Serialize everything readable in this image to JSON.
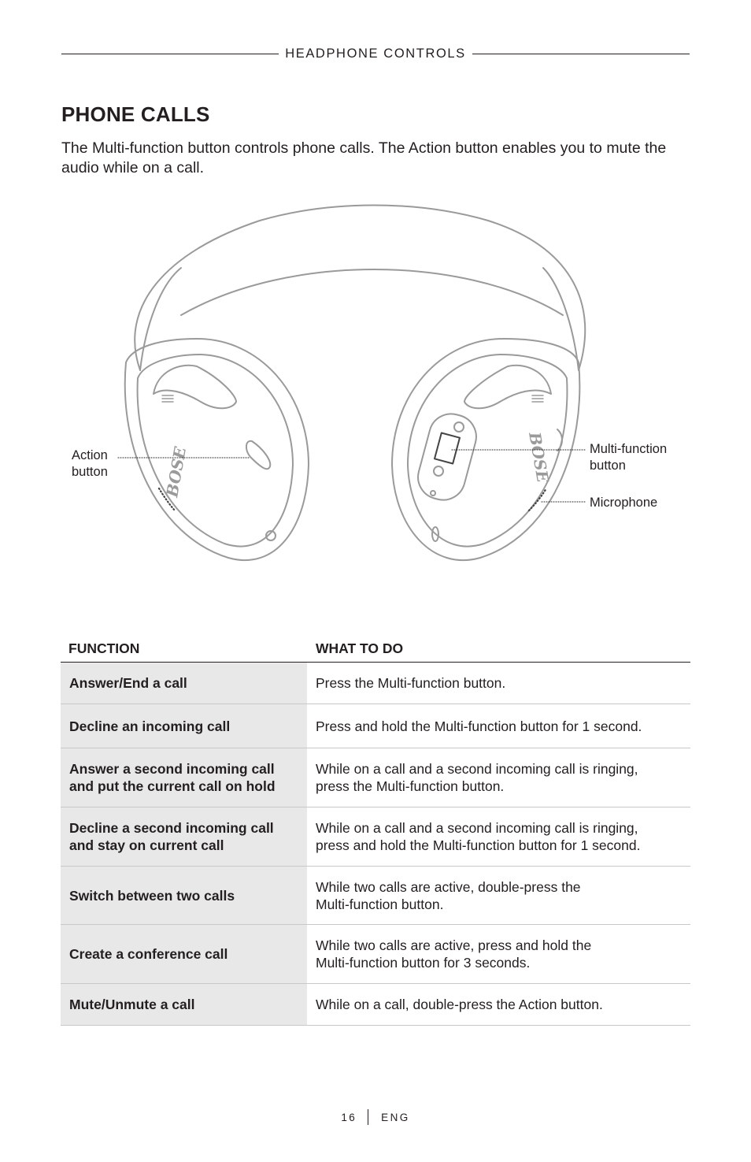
{
  "header": {
    "section_label": "HEADPHONE CONTROLS"
  },
  "page": {
    "title": "PHONE CALLS",
    "intro": "The Multi-function button controls phone calls. The Action button enables you to mute the audio while on a call."
  },
  "diagram": {
    "callouts": {
      "action": [
        "Action",
        "button"
      ],
      "multifunction": [
        "Multi-function",
        "button"
      ],
      "microphone": "Microphone"
    },
    "brand_mark": "BOSE"
  },
  "table": {
    "headers": [
      "FUNCTION",
      "WHAT TO DO"
    ],
    "rows": [
      {
        "function": "Answer/End a call",
        "todo": "Press the Multi-function button."
      },
      {
        "function": "Decline an incoming call",
        "todo": "Press and hold the Multi-function button for 1 second."
      },
      {
        "function": [
          "Answer a second incoming call",
          "and put the current call on hold"
        ],
        "todo": [
          "While on a call and a second incoming call is ringing,",
          "press the Multi-function button."
        ]
      },
      {
        "function": [
          "Decline a second incoming call",
          "and stay on current call"
        ],
        "todo": [
          "While on a call and a second incoming call is ringing,",
          "press and hold the Multi-function button for 1 second."
        ]
      },
      {
        "function": "Switch between two calls",
        "todo": [
          "While two calls are active, double-press the",
          "Multi-function button."
        ]
      },
      {
        "function": "Create a conference call",
        "todo": [
          "While two calls are active, press and hold the",
          "Multi-function button for 3 seconds."
        ]
      },
      {
        "function": "Mute/Unmute a call",
        "todo": "While on a call, double-press the Action button."
      }
    ]
  },
  "footer": {
    "page_number": "16",
    "language": "ENG"
  }
}
